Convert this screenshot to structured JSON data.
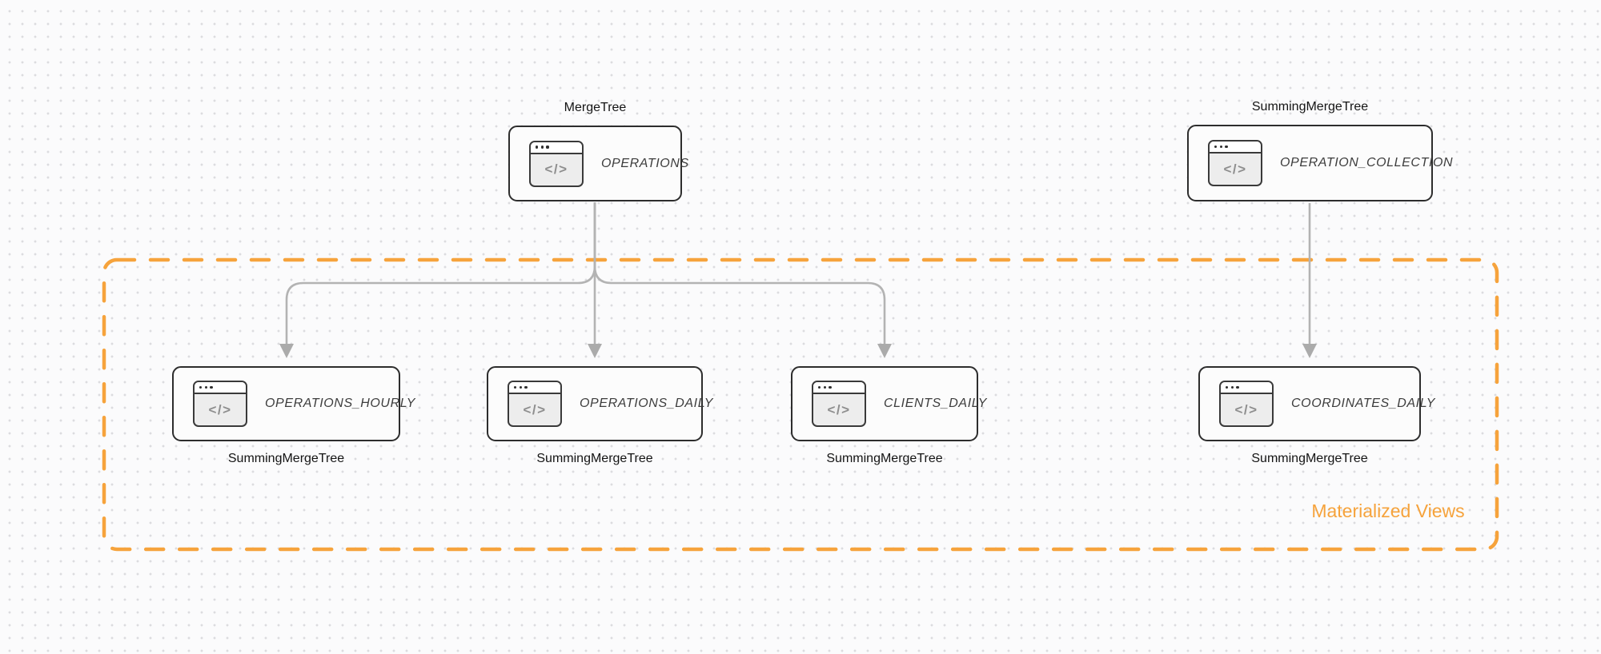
{
  "group": {
    "label": "Materialized Views"
  },
  "icons": {
    "code_glyph": "</>"
  },
  "colors": {
    "background": "#fbfbfc",
    "grid_dot": "#dcdcdf",
    "node_fill": "#fcfcfc",
    "node_border": "#2d2d2d",
    "node_text": "#3d3d3d",
    "engine_text": "#141414",
    "arrow": "#b3b3b3",
    "accent_orange": "#f6a33c",
    "icon_glyph_color": "#8e8e8e"
  },
  "nodes": [
    {
      "name": "OPERATIONS",
      "engine": "MergeTree",
      "engine_position": "top"
    },
    {
      "name": "OPERATION_COLLECTION",
      "engine": "SummingMergeTree",
      "engine_position": "top"
    },
    {
      "name": "OPERATIONS_HOURLY",
      "engine": "SummingMergeTree",
      "engine_position": "bottom"
    },
    {
      "name": "OPERATIONS_DAILY",
      "engine": "SummingMergeTree",
      "engine_position": "bottom"
    },
    {
      "name": "CLIENTS_DAILY",
      "engine": "SummingMergeTree",
      "engine_position": "bottom"
    },
    {
      "name": "COORDINATES_DAILY",
      "engine": "SummingMergeTree",
      "engine_position": "bottom"
    }
  ],
  "edges": [
    {
      "from": "OPERATIONS",
      "to": "OPERATIONS_HOURLY"
    },
    {
      "from": "OPERATIONS",
      "to": "OPERATIONS_DAILY"
    },
    {
      "from": "OPERATIONS",
      "to": "CLIENTS_DAILY"
    },
    {
      "from": "OPERATION_COLLECTION",
      "to": "COORDINATES_DAILY"
    }
  ]
}
